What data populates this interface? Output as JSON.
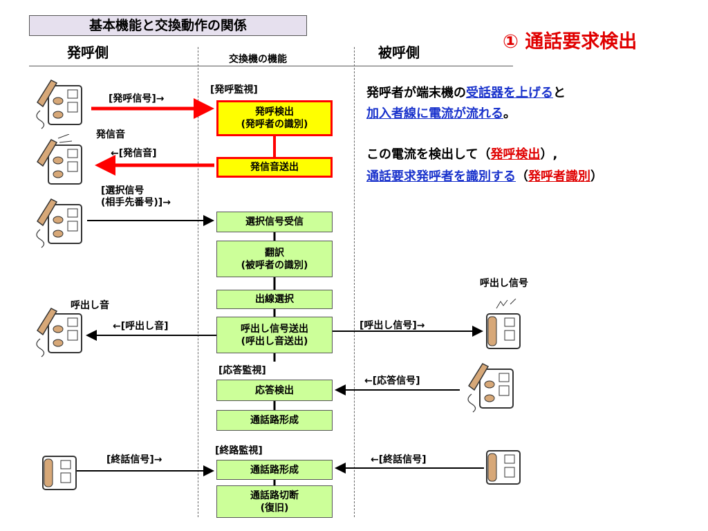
{
  "title": "基本機能と交換動作の関係",
  "heading_right": "① 通話要求検出",
  "columns": {
    "caller": "発呼側",
    "exchange": "交換機の機能",
    "callee": "被呼側"
  },
  "steps": [
    "発呼検出\n(発呼者の識別)",
    "発信音送出",
    "選択信号受信",
    "翻訳\n(被呼者の識別)",
    "出線選択",
    "呼出し信号送出\n(呼出し音送出)",
    "応答検出",
    "通話路形成",
    "通話路形成",
    "通話路切断\n(復旧)"
  ],
  "monitor_labels": {
    "call": "[発呼監視]",
    "answer": "[応答監視]",
    "end": "[終路監視]"
  },
  "signals": {
    "call_signal": "[発呼信号]→",
    "dial_tone_label": "発信音",
    "dial_tone_arrow": "←[発信音]",
    "select_signal": "[選択信号\n(相手先番号)]→",
    "ringback_label": "呼出し音",
    "ringback_arrow": "←[呼出し音]",
    "ring_signal_arrow": "[呼出し信号]→",
    "ring_signal_label": "呼出し信号",
    "answer_signal": "←[応答信号]",
    "end_signal_left": "[終話信号]→",
    "end_signal_right": "←[終話信号]"
  },
  "explanation": {
    "l1_a": "発呼者が端末機の",
    "l1_b": "受話器を上げる",
    "l1_c": "と",
    "l2_a": "加入者線に電流が流れる",
    "l2_b": "。",
    "l3_a": "この電流を検出して（",
    "l3_b": "発呼検出",
    "l3_c": "）,",
    "l4_a": "通話要求発呼者を識別する",
    "l4_b": "（",
    "l4_c": "発呼者識別",
    "l4_d": "）"
  },
  "colors": {
    "accent_red": "#ff0000",
    "box_green": "#ccff99",
    "box_yellow": "#ffff00",
    "link_blue": "#1a33cc",
    "handset": "#d7a878"
  }
}
